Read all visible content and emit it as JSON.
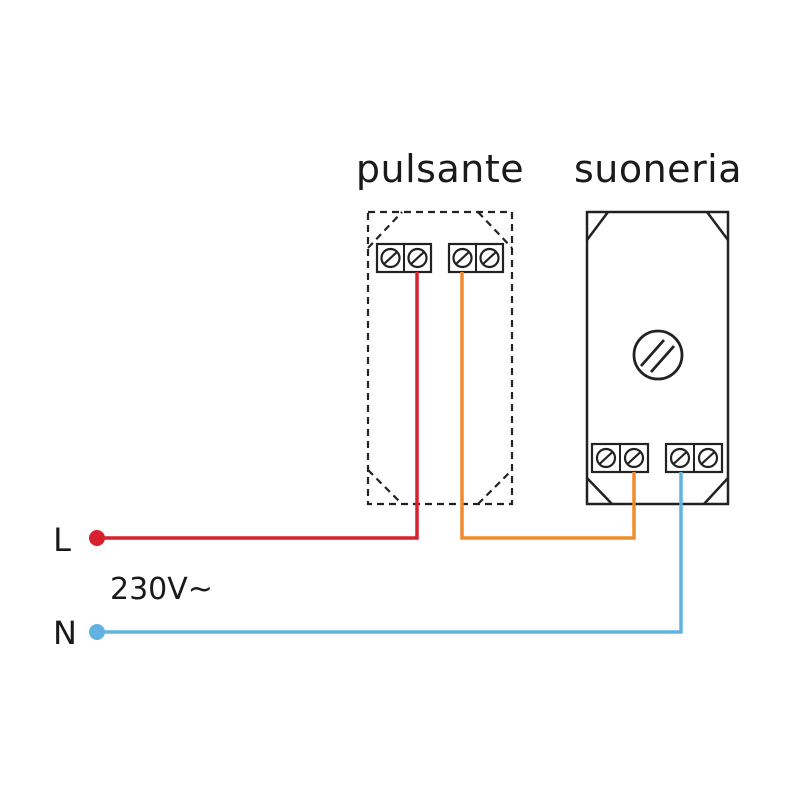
{
  "labels": {
    "pulsante": "pulsante",
    "suoneria": "suoneria",
    "line_l": "L",
    "line_n": "N",
    "voltage": "230V~"
  },
  "colors": {
    "phase_wire": "#d7212e",
    "switched_wire": "#ef8a2f",
    "neutral_wire": "#63b3e0",
    "outline": "#222222"
  }
}
